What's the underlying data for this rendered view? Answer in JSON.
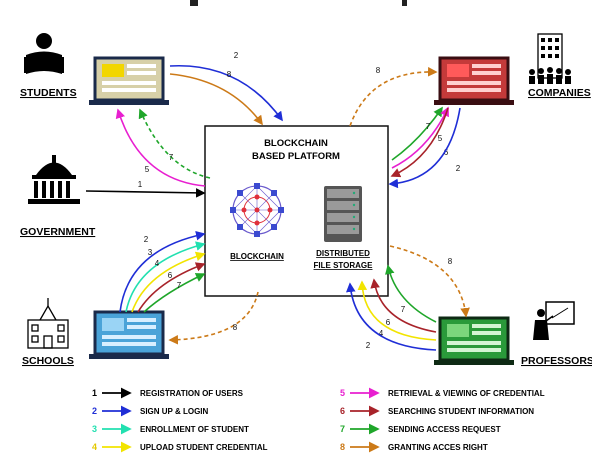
{
  "actors": {
    "students": "STUDENTS",
    "government": "GOVERNMENT",
    "schools": "SCHOOLS",
    "companies": "COMPANIES",
    "professors": "PROFESSORS"
  },
  "platform": {
    "title_line1": "BLOCKCHAIN",
    "title_line2": "BASED PLATFORM",
    "blockchain_label": "BLOCKCHAIN",
    "storage_line1": "DISTRIBUTED",
    "storage_line2": "FILE STORAGE"
  },
  "colors": {
    "1": "#000000",
    "2": "#1f2ed6",
    "3": "#22e0b0",
    "4": "#f2e400",
    "5": "#e81fd0",
    "6": "#a8232a",
    "7": "#1fa62a",
    "8": "#cc7a18"
  },
  "legend": [
    {
      "num": "1",
      "label": "REGISTRATION OF USERS"
    },
    {
      "num": "2",
      "label": "SIGN UP & LOGIN"
    },
    {
      "num": "3",
      "label": "ENROLLMENT OF STUDENT"
    },
    {
      "num": "4",
      "label": "UPLOAD STUDENT CREDENTIAL"
    },
    {
      "num": "5",
      "label": "RETRIEVAL & VIEWING OF CREDENTIAL"
    },
    {
      "num": "6",
      "label": "SEARCHING STUDENT INFORMATION"
    },
    {
      "num": "7",
      "label": "SENDING ACCESS REQUEST"
    },
    {
      "num": "8",
      "label": "GRANTING ACCES RIGHT"
    }
  ],
  "edges": [
    {
      "from": "students",
      "num": "2",
      "dashed": false
    },
    {
      "from": "students",
      "num": "8",
      "dashed": false
    },
    {
      "from": "students",
      "num": "5",
      "dashed": false
    },
    {
      "from": "students",
      "num": "7",
      "dashed": true
    },
    {
      "from": "government",
      "num": "1",
      "dashed": false
    },
    {
      "from": "companies",
      "num": "8",
      "dashed": true
    },
    {
      "from": "companies",
      "num": "7",
      "dashed": false
    },
    {
      "from": "companies",
      "num": "5",
      "dashed": false
    },
    {
      "from": "companies",
      "num": "6",
      "dashed": false
    },
    {
      "from": "companies",
      "num": "2",
      "dashed": false
    },
    {
      "from": "schools",
      "num": "2",
      "dashed": false
    },
    {
      "from": "schools",
      "num": "3",
      "dashed": false
    },
    {
      "from": "schools",
      "num": "4",
      "dashed": false
    },
    {
      "from": "schools",
      "num": "6",
      "dashed": false
    },
    {
      "from": "schools",
      "num": "7",
      "dashed": false
    },
    {
      "from": "schools",
      "num": "8",
      "dashed": true
    },
    {
      "from": "professors",
      "num": "8",
      "dashed": true
    },
    {
      "from": "professors",
      "num": "7",
      "dashed": false
    },
    {
      "from": "professors",
      "num": "6",
      "dashed": false
    },
    {
      "from": "professors",
      "num": "4",
      "dashed": false
    },
    {
      "from": "professors",
      "num": "2",
      "dashed": false
    }
  ]
}
